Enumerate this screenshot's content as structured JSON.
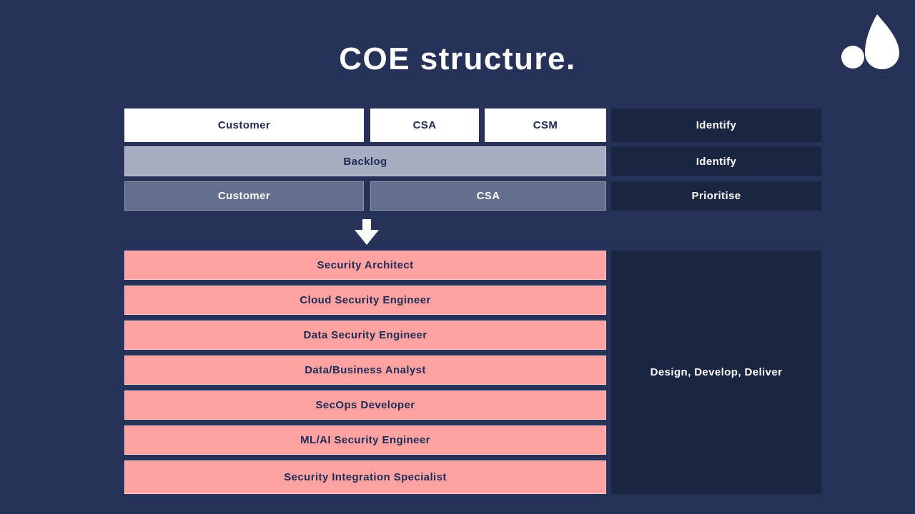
{
  "title": "COE structure.",
  "logo": {
    "name": "avanade-logo"
  },
  "colors": {
    "background": "#263258",
    "panel_dark": "#1a2542",
    "pink": "#ffa3a2",
    "gray_light": "#a6adc0",
    "gray_mid": "#646e8d",
    "white_box": "#ffffff",
    "text_navy": "#1f2b52",
    "text_white": "#ffffff"
  },
  "flow": {
    "rows": [
      {
        "cells": [
          {
            "label": "Customer"
          },
          {
            "label": "CSA"
          },
          {
            "label": "CSM"
          }
        ],
        "stage": "Identify"
      },
      {
        "cells": [
          {
            "label": "Backlog"
          }
        ],
        "stage": "Identify"
      },
      {
        "cells": [
          {
            "label": "Customer"
          },
          {
            "label": "CSA"
          }
        ],
        "stage": "Prioritise"
      }
    ]
  },
  "roles": {
    "items": [
      {
        "label": "Security Architect"
      },
      {
        "label": "Cloud Security Engineer"
      },
      {
        "label": "Data Security Engineer"
      },
      {
        "label": "Data/Business Analyst"
      },
      {
        "label": "SecOps Developer"
      },
      {
        "label": "ML/AI Security Engineer"
      },
      {
        "label": "Security Integration Specialist"
      }
    ],
    "stage": "Design, Develop, Deliver"
  }
}
